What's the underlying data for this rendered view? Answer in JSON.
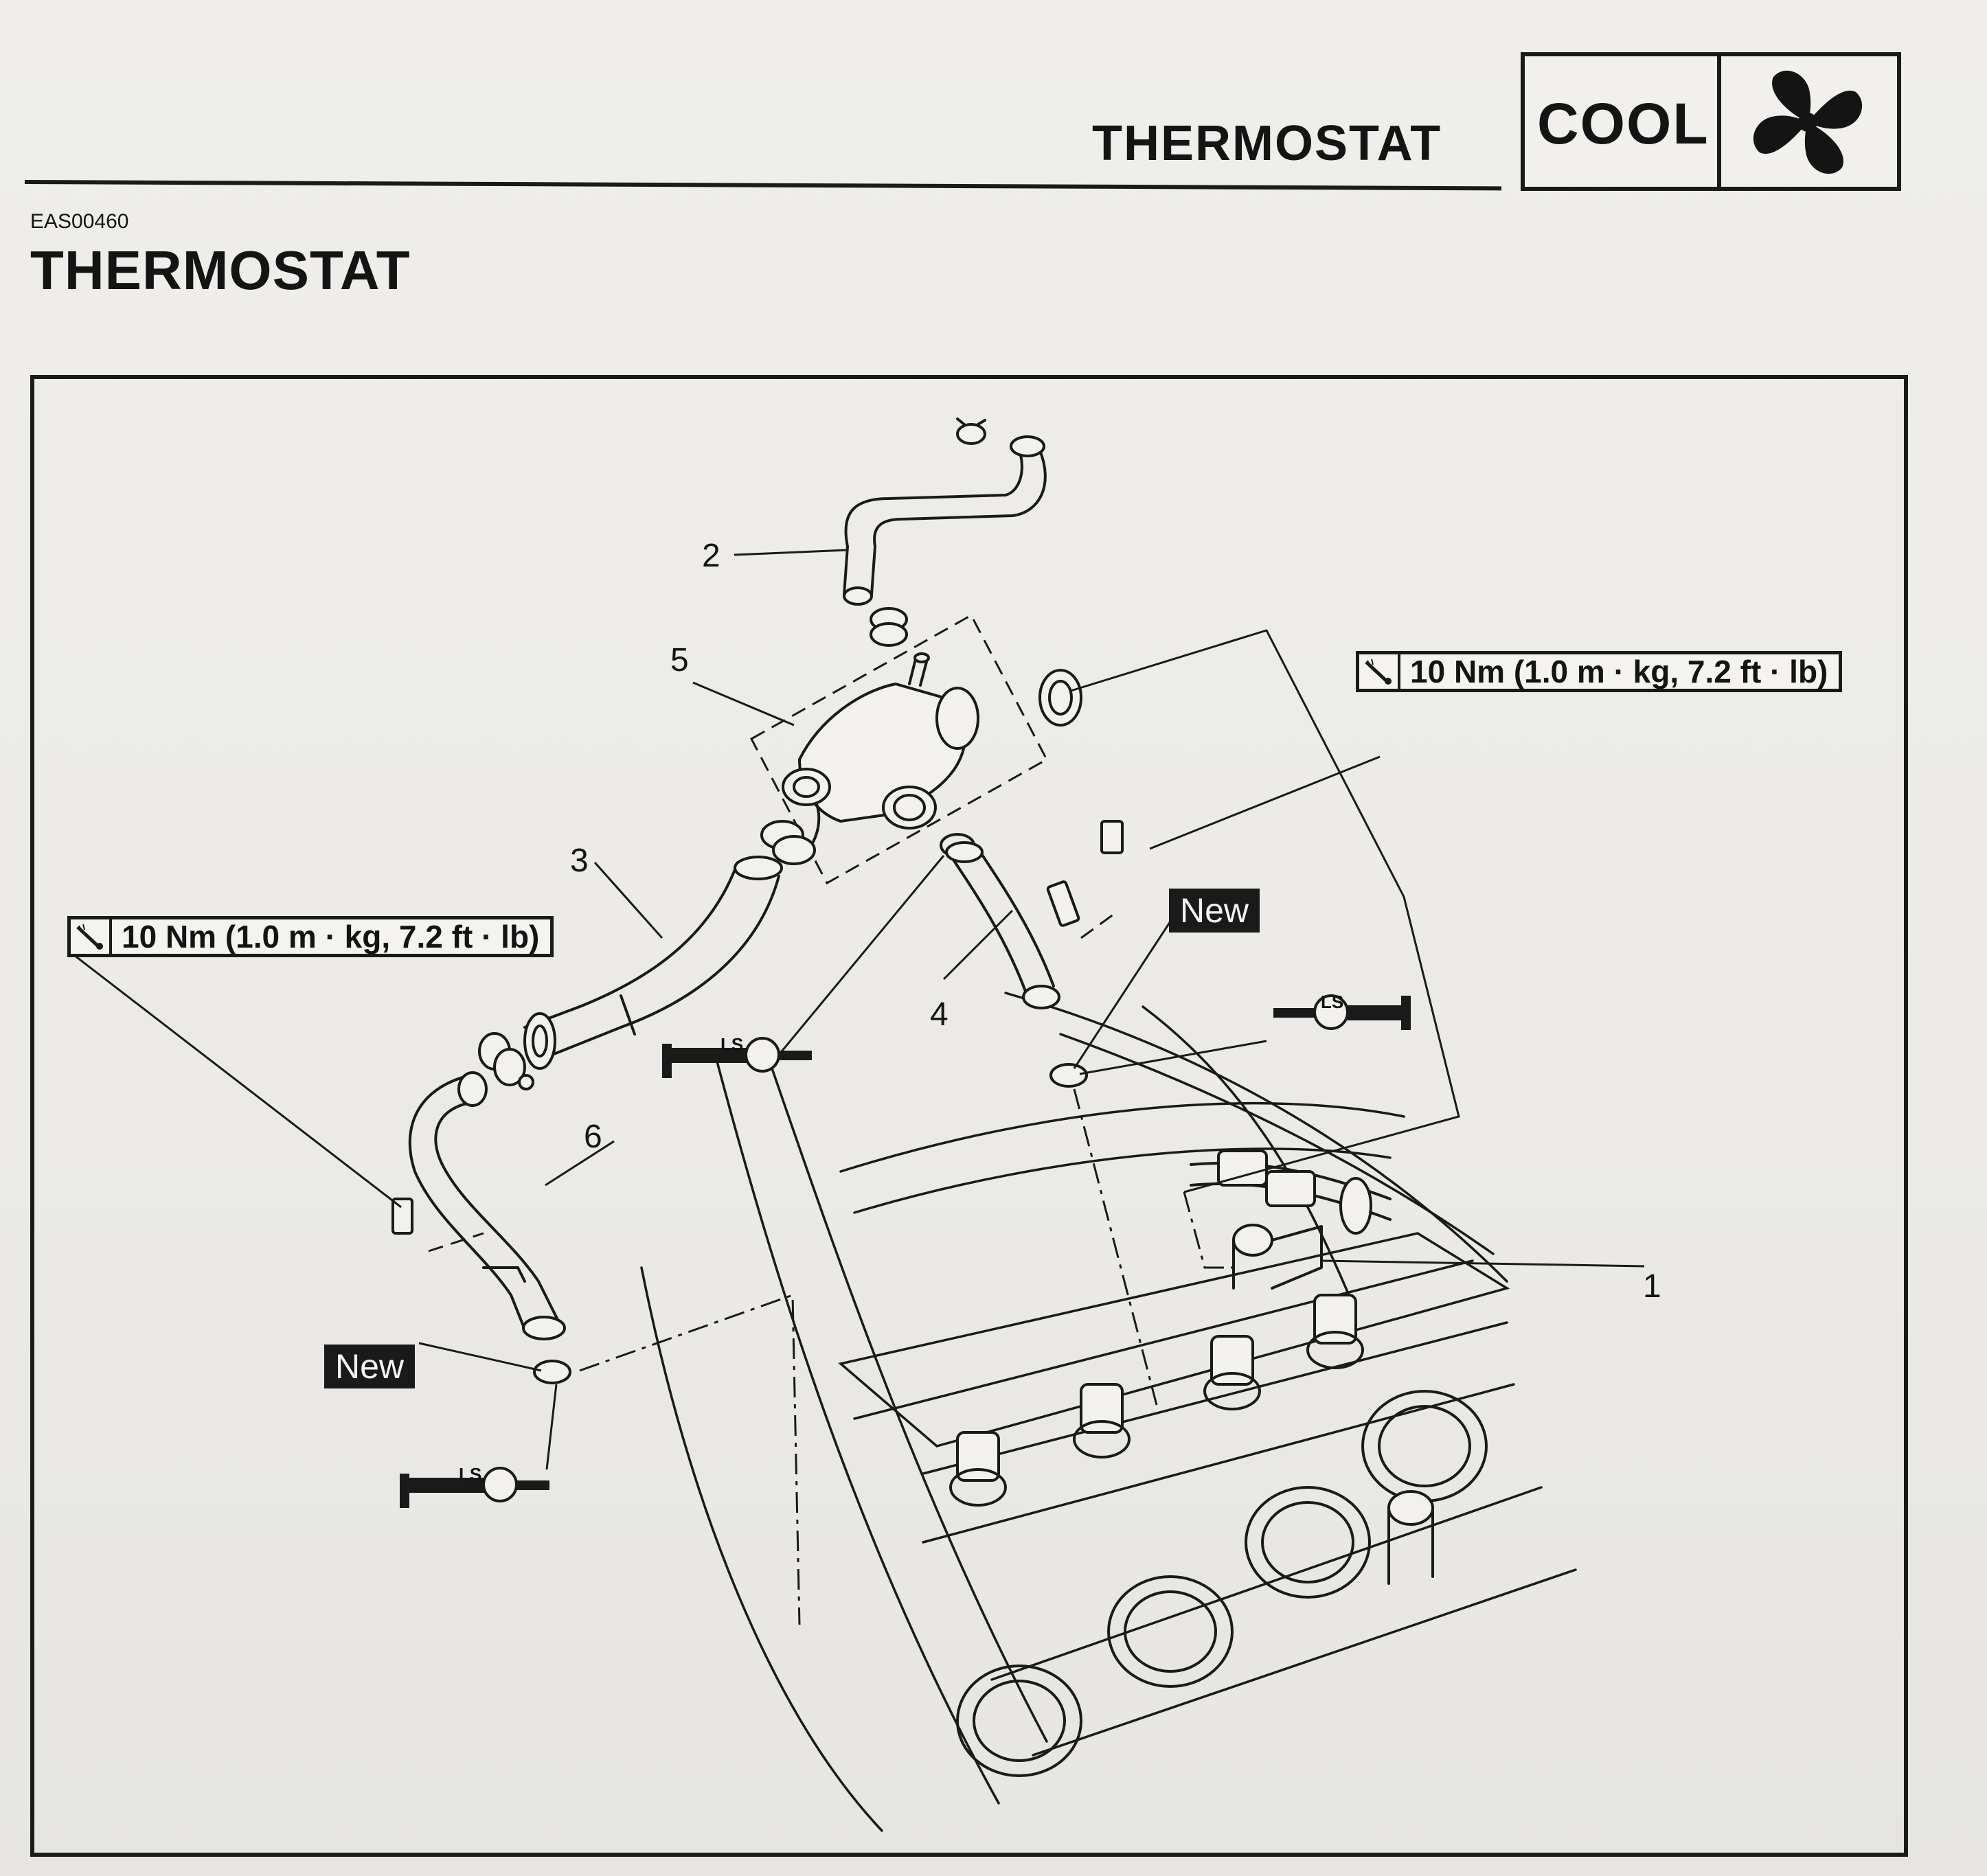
{
  "header": {
    "title": "THERMOSTAT",
    "badge_label": "COOL",
    "badge_icon": "fan-icon"
  },
  "document_code": "EAS00460",
  "section_title": "THERMOSTAT",
  "diagram": {
    "torque_specs": [
      {
        "text": "10 Nm (1.0 m · kg, 7.2 ft · lb)",
        "icon": "torque-wrench-icon"
      },
      {
        "text": "10 Nm (1.0 m · kg, 7.2 ft · lb)",
        "icon": "torque-wrench-icon"
      }
    ],
    "new_labels": [
      "New",
      "New"
    ],
    "lubricant_label": "LS",
    "callouts": [
      "1",
      "2",
      "3",
      "4",
      "5",
      "6"
    ]
  }
}
